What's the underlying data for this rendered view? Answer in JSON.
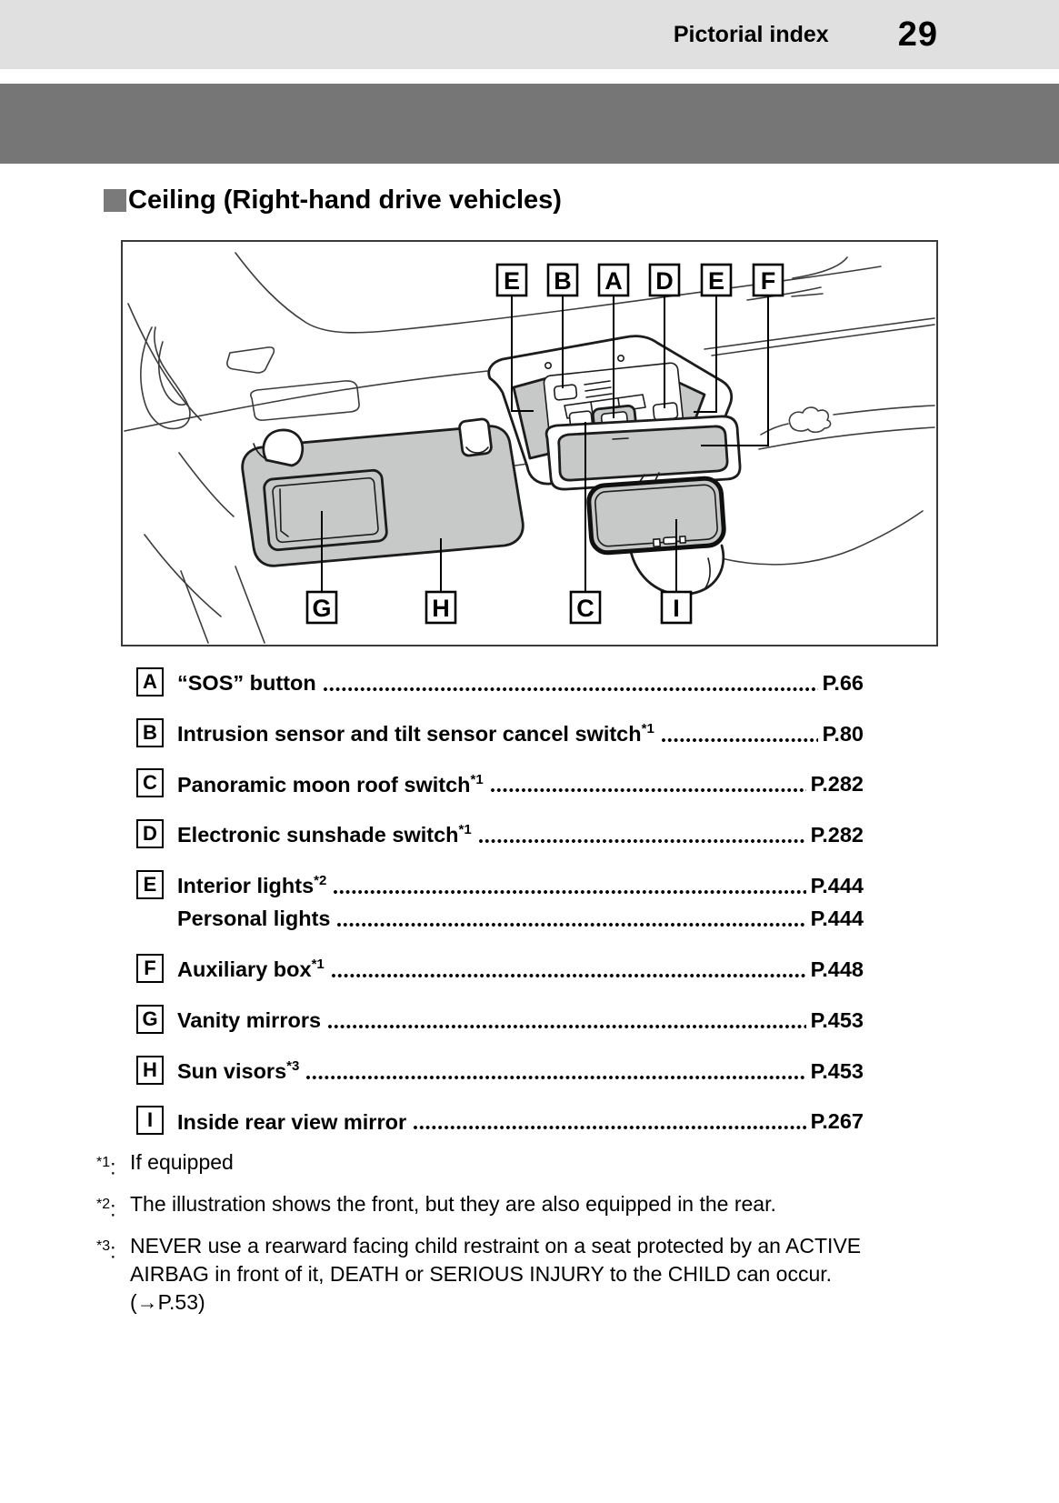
{
  "header": {
    "section_label": "Pictorial index",
    "page_number": "29"
  },
  "section": {
    "title": "Ceiling (Right-hand drive vehicles)"
  },
  "diagram": {
    "top_callouts": [
      "E",
      "B",
      "A",
      "D",
      "E",
      "F"
    ],
    "bottom_callouts": [
      "G",
      "H",
      "C",
      "I"
    ],
    "component_fill": "#c7c9c8",
    "outline_color": "#1c1c1c"
  },
  "index_items": [
    {
      "letter": "A",
      "label": "“SOS” button",
      "sup": "",
      "page": "P.66"
    },
    {
      "letter": "B",
      "label": "Intrusion sensor and tilt sensor cancel switch",
      "sup": "*1",
      "page": "P.80"
    },
    {
      "letter": "C",
      "label": "Panoramic moon roof switch",
      "sup": "*1",
      "page": "P.282"
    },
    {
      "letter": "D",
      "label": "Electronic sunshade switch",
      "sup": "*1",
      "page": "P.282"
    },
    {
      "letter": "E",
      "label": "Interior lights",
      "sup": "*2",
      "page": "P.444",
      "sub": {
        "label": "Personal lights",
        "page": "P.444"
      }
    },
    {
      "letter": "F",
      "label": "Auxiliary box",
      "sup": "*1",
      "page": "P.448"
    },
    {
      "letter": "G",
      "label": "Vanity mirrors",
      "sup": "",
      "page": "P.453"
    },
    {
      "letter": "H",
      "label": "Sun visors",
      "sup": "*3",
      "page": "P.453"
    },
    {
      "letter": "I",
      "label": "Inside rear view mirror",
      "sup": "",
      "page": "P.267"
    }
  ],
  "footnotes": [
    {
      "marker": "*1",
      "colon": ":",
      "text": "If equipped",
      "text2": ""
    },
    {
      "marker": "*2",
      "colon": ":",
      "text": "The illustration shows the front, but they are also equipped in the rear.",
      "text2": ""
    },
    {
      "marker": "*3",
      "colon": ":",
      "text": "NEVER use a rearward facing child restraint on a seat protected by an ACTIVE AIRBAG in front of it, DEATH or SERIOUS INJURY to the CHILD can occur.",
      "text2": "(→P.53)"
    }
  ],
  "colors": {
    "header_bg": "#e0e0e0",
    "banner": "#767676",
    "bullet": "#7a7a7a"
  }
}
